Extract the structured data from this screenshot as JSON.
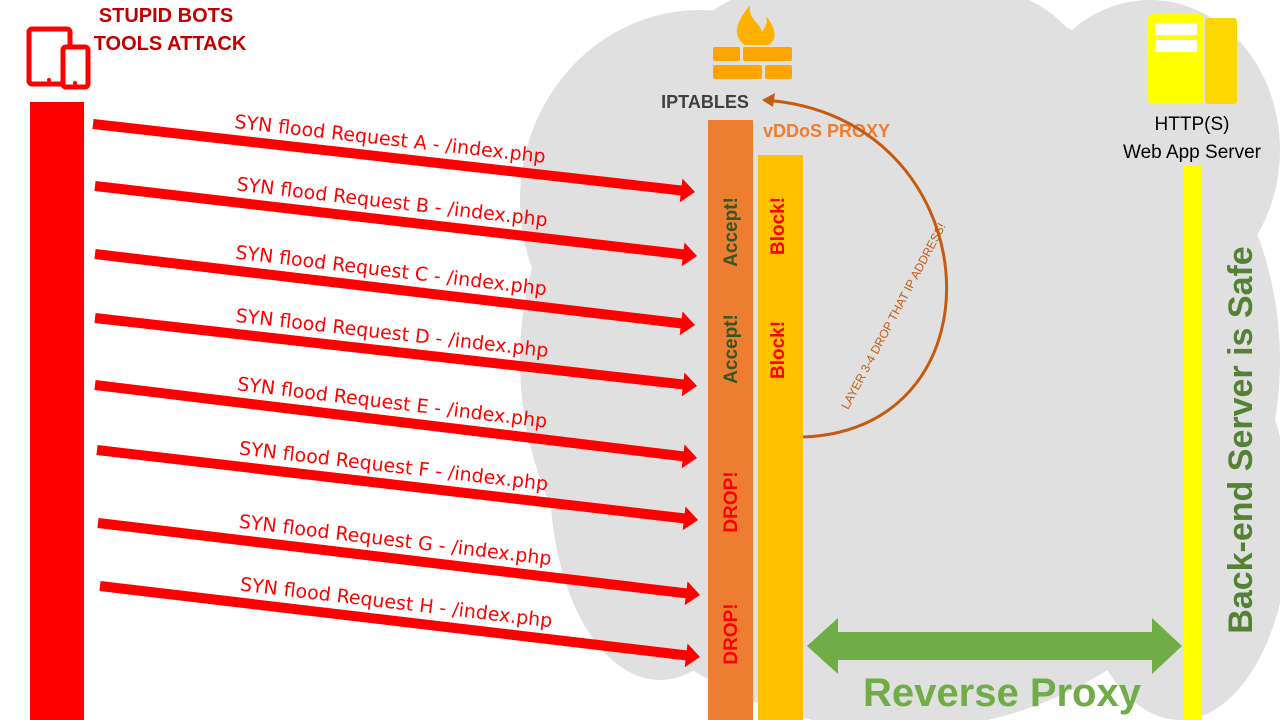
{
  "attacker": {
    "title_line1": "STUPID BOTS",
    "title_line2": "TOOLS ATTACK",
    "icon": "devices-icon"
  },
  "firewall": {
    "label": "IPTABLES",
    "icon": "firewall-icon"
  },
  "proxy": {
    "label": "vDDoS PROXY"
  },
  "server": {
    "label_line1": "HTTP(S)",
    "label_line2": "Web App Server",
    "icon": "server-icon",
    "status": "Back-end Server is Safe"
  },
  "requests": [
    "SYN flood Request A - /index.php",
    "SYN flood Request B - /index.php",
    "SYN flood Request C - /index.php",
    "SYN flood Request D - /index.php",
    "SYN flood Request E - /index.php",
    "SYN flood Request F - /index.php",
    "SYN flood Request G - /index.php",
    "SYN flood Request H - /index.php"
  ],
  "iptables_actions": [
    "Accept!",
    "Accept!",
    "DROP!",
    "DROP!"
  ],
  "proxy_actions": [
    "Block!",
    "Block!"
  ],
  "feedback_label": "LAYER 3-4 DROP THAT IP ADDRESS!",
  "reverse_proxy_label": "Reverse Proxy",
  "colors": {
    "red": "#ff0000",
    "orange": "#ed7d31",
    "yellow_bar": "#ffc000",
    "server_line": "#ffff00",
    "green": "#70ad47",
    "dark_green": "#375623",
    "cloud": "#e0e0e0",
    "feedback": "#c55a11"
  }
}
